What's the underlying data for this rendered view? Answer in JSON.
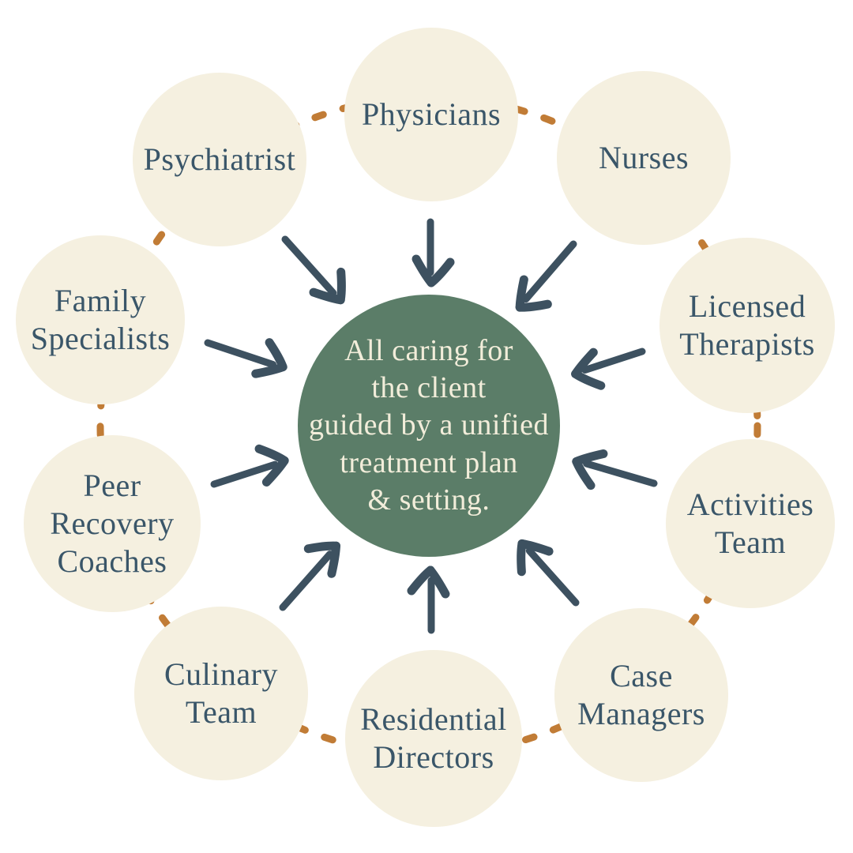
{
  "center_circle": {
    "text": "All caring for\nthe client\nguided by a unified\ntreatment plan\n& setting."
  },
  "nodes": [
    {
      "id": "physicians",
      "label": "Physicians"
    },
    {
      "id": "nurses",
      "label": "Nurses"
    },
    {
      "id": "licensed-therapists",
      "label": "Licensed\nTherapists"
    },
    {
      "id": "activities-team",
      "label": "Activities\nTeam"
    },
    {
      "id": "case-managers",
      "label": "Case\nManagers"
    },
    {
      "id": "residential-directors",
      "label": "Residential\nDirectors"
    },
    {
      "id": "culinary-team",
      "label": "Culinary\nTeam"
    },
    {
      "id": "peer-recovery-coaches",
      "label": "Peer\nRecovery\nCoaches"
    },
    {
      "id": "family-specialists",
      "label": "Family\nSpecialists"
    },
    {
      "id": "psychiatrist",
      "label": "Psychiatrist"
    }
  ],
  "colors": {
    "background": "#ffffff",
    "node_fill": "#f5f0e0",
    "center_fill": "#5b7d68",
    "dash_connector": "#c17c36",
    "label_text": "#3a5669",
    "center_text": "#f2edda",
    "arrow": "#3d5160"
  }
}
